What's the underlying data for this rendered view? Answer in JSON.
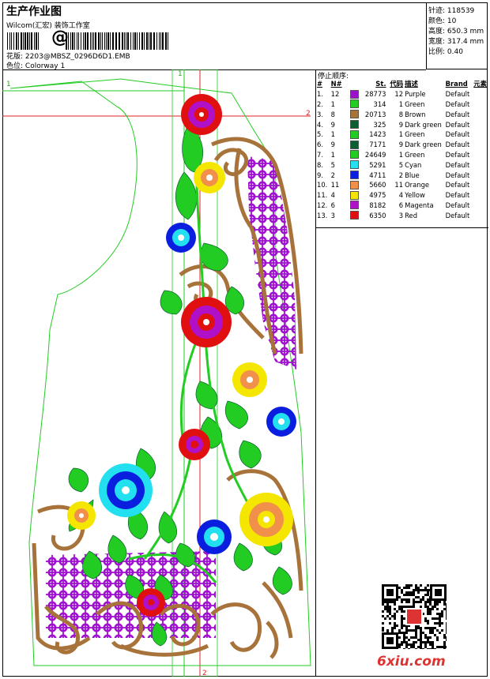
{
  "header": {
    "title": "生产作业图",
    "company": "Wilcom(汇宏) 装饰工作室",
    "barcode_symbol": "@",
    "design_label": "花版:",
    "design_value": "2203@MBSZ_0296D6D1.EMB",
    "colorway_label": "色位:",
    "colorway_value": "Colorway 1"
  },
  "stats": [
    {
      "label": "针迹:",
      "value": "118539"
    },
    {
      "label": "颜色:",
      "value": "10"
    },
    {
      "label": "高度:",
      "value": "650.3 mm"
    },
    {
      "label": "宽度:",
      "value": "317.4 mm"
    },
    {
      "label": "比例:",
      "value": "0.40"
    }
  ],
  "markers": {
    "m1_top": "1",
    "m1_left": "1",
    "m2_right": "2",
    "m2_bottom": "2"
  },
  "stop_sequence": {
    "title": "停止顺序:",
    "columns": [
      "#",
      "N#",
      "St.",
      "代码",
      "描述",
      "Brand",
      "元素"
    ],
    "rows": [
      {
        "n": "1.",
        "nn": "12",
        "color": "#9b10c8",
        "st": "28773",
        "code": "12",
        "desc": "Purple",
        "brand": "Default"
      },
      {
        "n": "2.",
        "nn": "1",
        "color": "#22cc22",
        "st": "314",
        "code": "1",
        "desc": "Green",
        "brand": "Default"
      },
      {
        "n": "3.",
        "nn": "8",
        "color": "#a8733a",
        "st": "20713",
        "code": "8",
        "desc": "Brown",
        "brand": "Default"
      },
      {
        "n": "4.",
        "nn": "9",
        "color": "#0b5e32",
        "st": "325",
        "code": "9",
        "desc": "Dark green",
        "brand": "Default"
      },
      {
        "n": "5.",
        "nn": "1",
        "color": "#22cc22",
        "st": "1423",
        "code": "1",
        "desc": "Green",
        "brand": "Default"
      },
      {
        "n": "6.",
        "nn": "9",
        "color": "#0b5e32",
        "st": "7171",
        "code": "9",
        "desc": "Dark green",
        "brand": "Default"
      },
      {
        "n": "7.",
        "nn": "1",
        "color": "#22cc22",
        "st": "24649",
        "code": "1",
        "desc": "Green",
        "brand": "Default"
      },
      {
        "n": "8.",
        "nn": "5",
        "color": "#22e0f0",
        "st": "5291",
        "code": "5",
        "desc": "Cyan",
        "brand": "Default"
      },
      {
        "n": "9.",
        "nn": "2",
        "color": "#0a1ee0",
        "st": "4711",
        "code": "2",
        "desc": "Blue",
        "brand": "Default"
      },
      {
        "n": "10.",
        "nn": "11",
        "color": "#f0904a",
        "st": "5660",
        "code": "11",
        "desc": "Orange",
        "brand": "Default"
      },
      {
        "n": "11.",
        "nn": "4",
        "color": "#f5e600",
        "st": "4975",
        "code": "4",
        "desc": "Yellow",
        "brand": "Default"
      },
      {
        "n": "12.",
        "nn": "6",
        "color": "#b010c8",
        "st": "8182",
        "code": "6",
        "desc": "Magenta",
        "brand": "Default"
      },
      {
        "n": "13.",
        "nn": "3",
        "color": "#e01010",
        "st": "6350",
        "code": "3",
        "desc": "Red",
        "brand": "Default"
      }
    ]
  },
  "watermark": "6xiu.com"
}
